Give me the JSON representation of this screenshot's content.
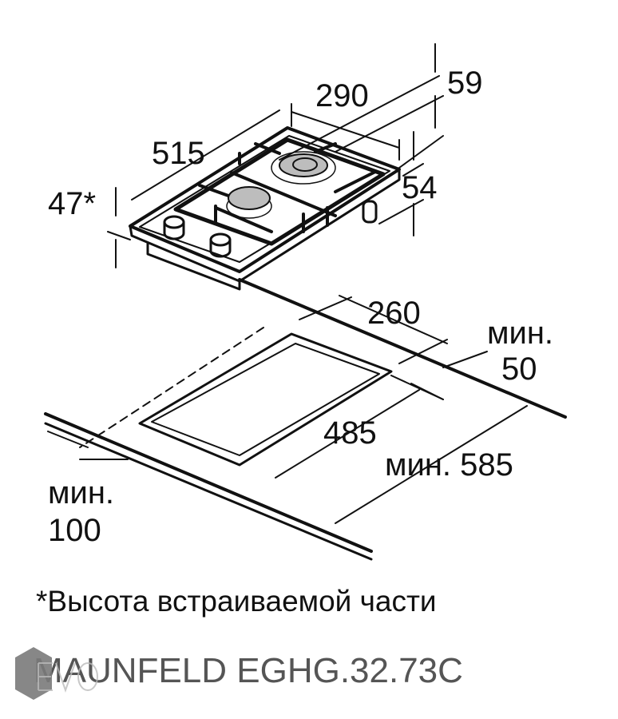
{
  "dimensions": {
    "width_top": "290",
    "depth": "515",
    "height_total": "47*",
    "rear_offset": "59",
    "height_legs": "54",
    "cutout_width": "260",
    "cutout_depth": "485",
    "min_rear_label": "мин.",
    "min_rear_value": "50",
    "min_depth_label": "мин. 585",
    "min_front_label": "мин.",
    "min_front_value": "100"
  },
  "footnote": "*Высота встраиваемой части",
  "model": "MAUNFELD EGHG.32.73C",
  "watermark": "EVO",
  "colors": {
    "line": "#111111",
    "burner": "#bdbdbd",
    "model_text": "#555555",
    "watermark": "#7a7a7a"
  }
}
